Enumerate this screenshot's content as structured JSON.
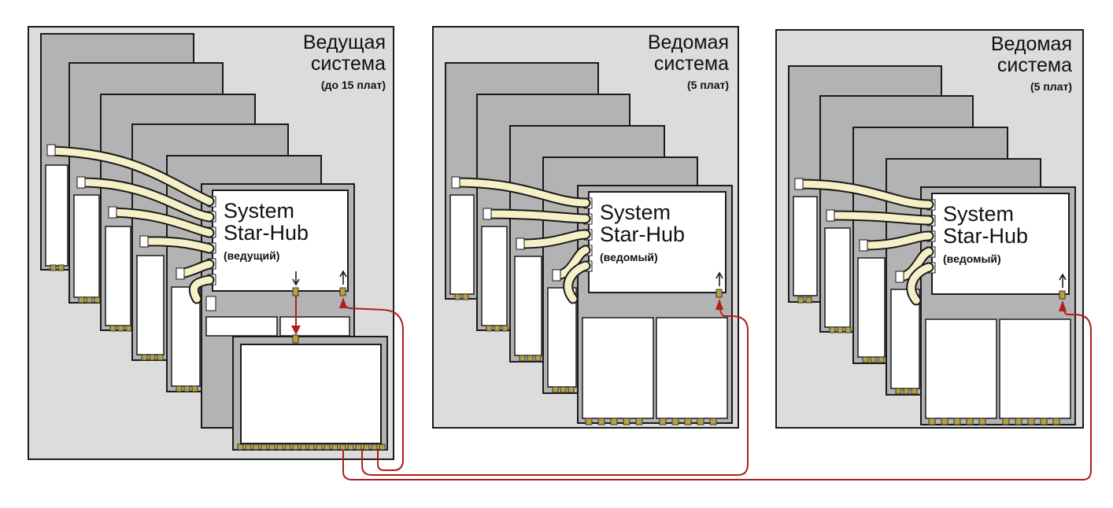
{
  "systems": [
    {
      "title_line1": "Ведущая",
      "title_line2": "система",
      "subtitle": "(до 15 плат)",
      "hub_line1": "System",
      "hub_line2": "Star-Hub",
      "hub_role": "(ведущий)"
    },
    {
      "title_line1": "Ведомая",
      "title_line2": "система",
      "subtitle": "(5 плат)",
      "hub_line1": "System",
      "hub_line2": "Star-Hub",
      "hub_role": "(ведомый)"
    },
    {
      "title_line1": "Ведомая",
      "title_line2": "система",
      "subtitle": "(5 плат)",
      "hub_line1": "System",
      "hub_line2": "Star-Hub",
      "hub_role": "(ведомый)"
    }
  ],
  "colors": {
    "enclosure": "#dcdcdc",
    "board": "#b3b3b3",
    "module": "#ffffff",
    "cable": "#f5f0c8",
    "connector": "#b8a23c",
    "signal": "#b01e1e"
  }
}
